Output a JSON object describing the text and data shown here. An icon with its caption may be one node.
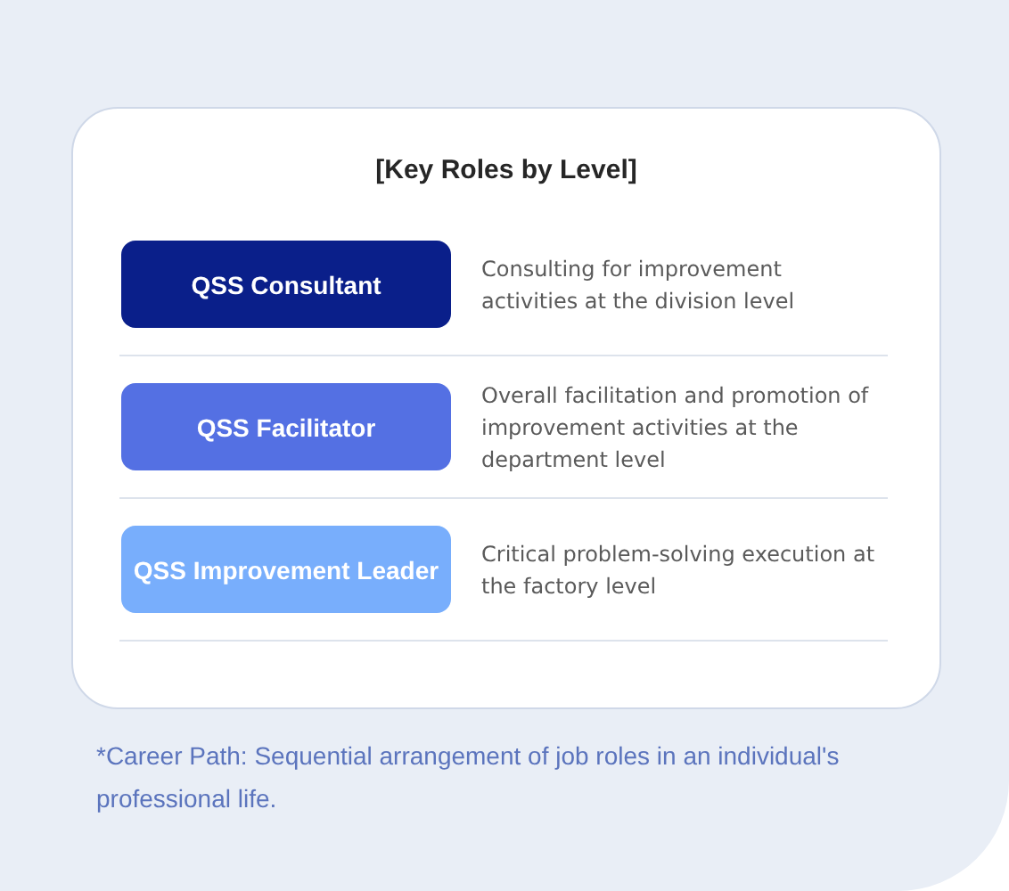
{
  "diagram": {
    "nodes": [
      {
        "text": [
          "[Key Roles by Level]"
        ]
      },
      {
        "text": [
          "QSS Consultant"
        ],
        "in": 0,
        "beside": [
          "Consulting for improvement activities at the division level"
        ]
      },
      {
        "text": [
          "QSS Facilitator"
        ],
        "in": 0,
        "beside": [
          "Overall facilitation and promotion of improvement activities at the department level"
        ]
      },
      {
        "text": [
          "QSS Improvement Leader"
        ],
        "in": 0,
        "beside": [
          "Critical problem-solving execution at the factory level"
        ]
      }
    ],
    "caption": "*Career Path: Sequential arrangement of job roles in an individual's professional life."
  }
}
